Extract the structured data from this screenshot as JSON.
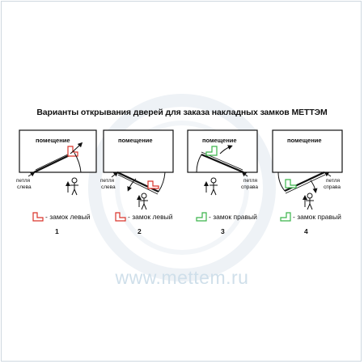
{
  "title": "Варианты открывания дверей для заказа накладных замков МЕТТЭМ",
  "website": "www.mettem.ru",
  "room_label": "помещение",
  "hinge_left": [
    "петля",
    "слева"
  ],
  "hinge_right": [
    "петля",
    "справа"
  ],
  "variants": [
    {
      "number": "1",
      "lock_label": "- замок левый",
      "lock_color": "#d9342b"
    },
    {
      "number": "2",
      "lock_label": "- замок левый",
      "lock_color": "#d9342b"
    },
    {
      "number": "3",
      "lock_label": "- замок правый",
      "lock_color": "#3ab54a"
    },
    {
      "number": "4",
      "lock_label": "- замок правый",
      "lock_color": "#3ab54a"
    }
  ]
}
